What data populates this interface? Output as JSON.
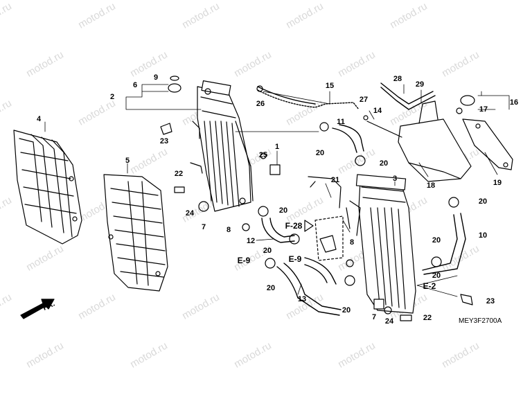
{
  "diagram": {
    "code": "MEY3F2700A",
    "front_marker": "FR.",
    "watermark": "motod.ru",
    "callouts": [
      {
        "id": "c1",
        "text": "1"
      },
      {
        "id": "c2",
        "text": "2"
      },
      {
        "id": "c3",
        "text": "3"
      },
      {
        "id": "c4",
        "text": "4"
      },
      {
        "id": "c5",
        "text": "5"
      },
      {
        "id": "c6",
        "text": "6"
      },
      {
        "id": "c7a",
        "text": "7"
      },
      {
        "id": "c7b",
        "text": "7"
      },
      {
        "id": "c8a",
        "text": "8"
      },
      {
        "id": "c8b",
        "text": "8"
      },
      {
        "id": "c9",
        "text": "9"
      },
      {
        "id": "c10",
        "text": "10"
      },
      {
        "id": "c11",
        "text": "11"
      },
      {
        "id": "c12",
        "text": "12"
      },
      {
        "id": "c13",
        "text": "13"
      },
      {
        "id": "c14",
        "text": "14"
      },
      {
        "id": "c15",
        "text": "15"
      },
      {
        "id": "c16",
        "text": "16"
      },
      {
        "id": "c17",
        "text": "17"
      },
      {
        "id": "c18",
        "text": "18"
      },
      {
        "id": "c19",
        "text": "19"
      },
      {
        "id": "c20a",
        "text": "20"
      },
      {
        "id": "c20b",
        "text": "20"
      },
      {
        "id": "c20c",
        "text": "20"
      },
      {
        "id": "c20d",
        "text": "20"
      },
      {
        "id": "c20e",
        "text": "20"
      },
      {
        "id": "c20f",
        "text": "20"
      },
      {
        "id": "c20g",
        "text": "20"
      },
      {
        "id": "c20h",
        "text": "20"
      },
      {
        "id": "c20i",
        "text": "20"
      },
      {
        "id": "c21",
        "text": "21"
      },
      {
        "id": "c22a",
        "text": "22"
      },
      {
        "id": "c22b",
        "text": "22"
      },
      {
        "id": "c23a",
        "text": "23"
      },
      {
        "id": "c23b",
        "text": "23"
      },
      {
        "id": "c24a",
        "text": "24"
      },
      {
        "id": "c24b",
        "text": "24"
      },
      {
        "id": "c25",
        "text": "25"
      },
      {
        "id": "c26",
        "text": "26"
      },
      {
        "id": "c27",
        "text": "27"
      },
      {
        "id": "c28",
        "text": "28"
      },
      {
        "id": "c29",
        "text": "29"
      }
    ],
    "references": [
      {
        "id": "rF28",
        "text": "F-28"
      },
      {
        "id": "rE9a",
        "text": "E-9"
      },
      {
        "id": "rE9b",
        "text": "E-9"
      },
      {
        "id": "rE2",
        "text": "E-2"
      }
    ]
  }
}
